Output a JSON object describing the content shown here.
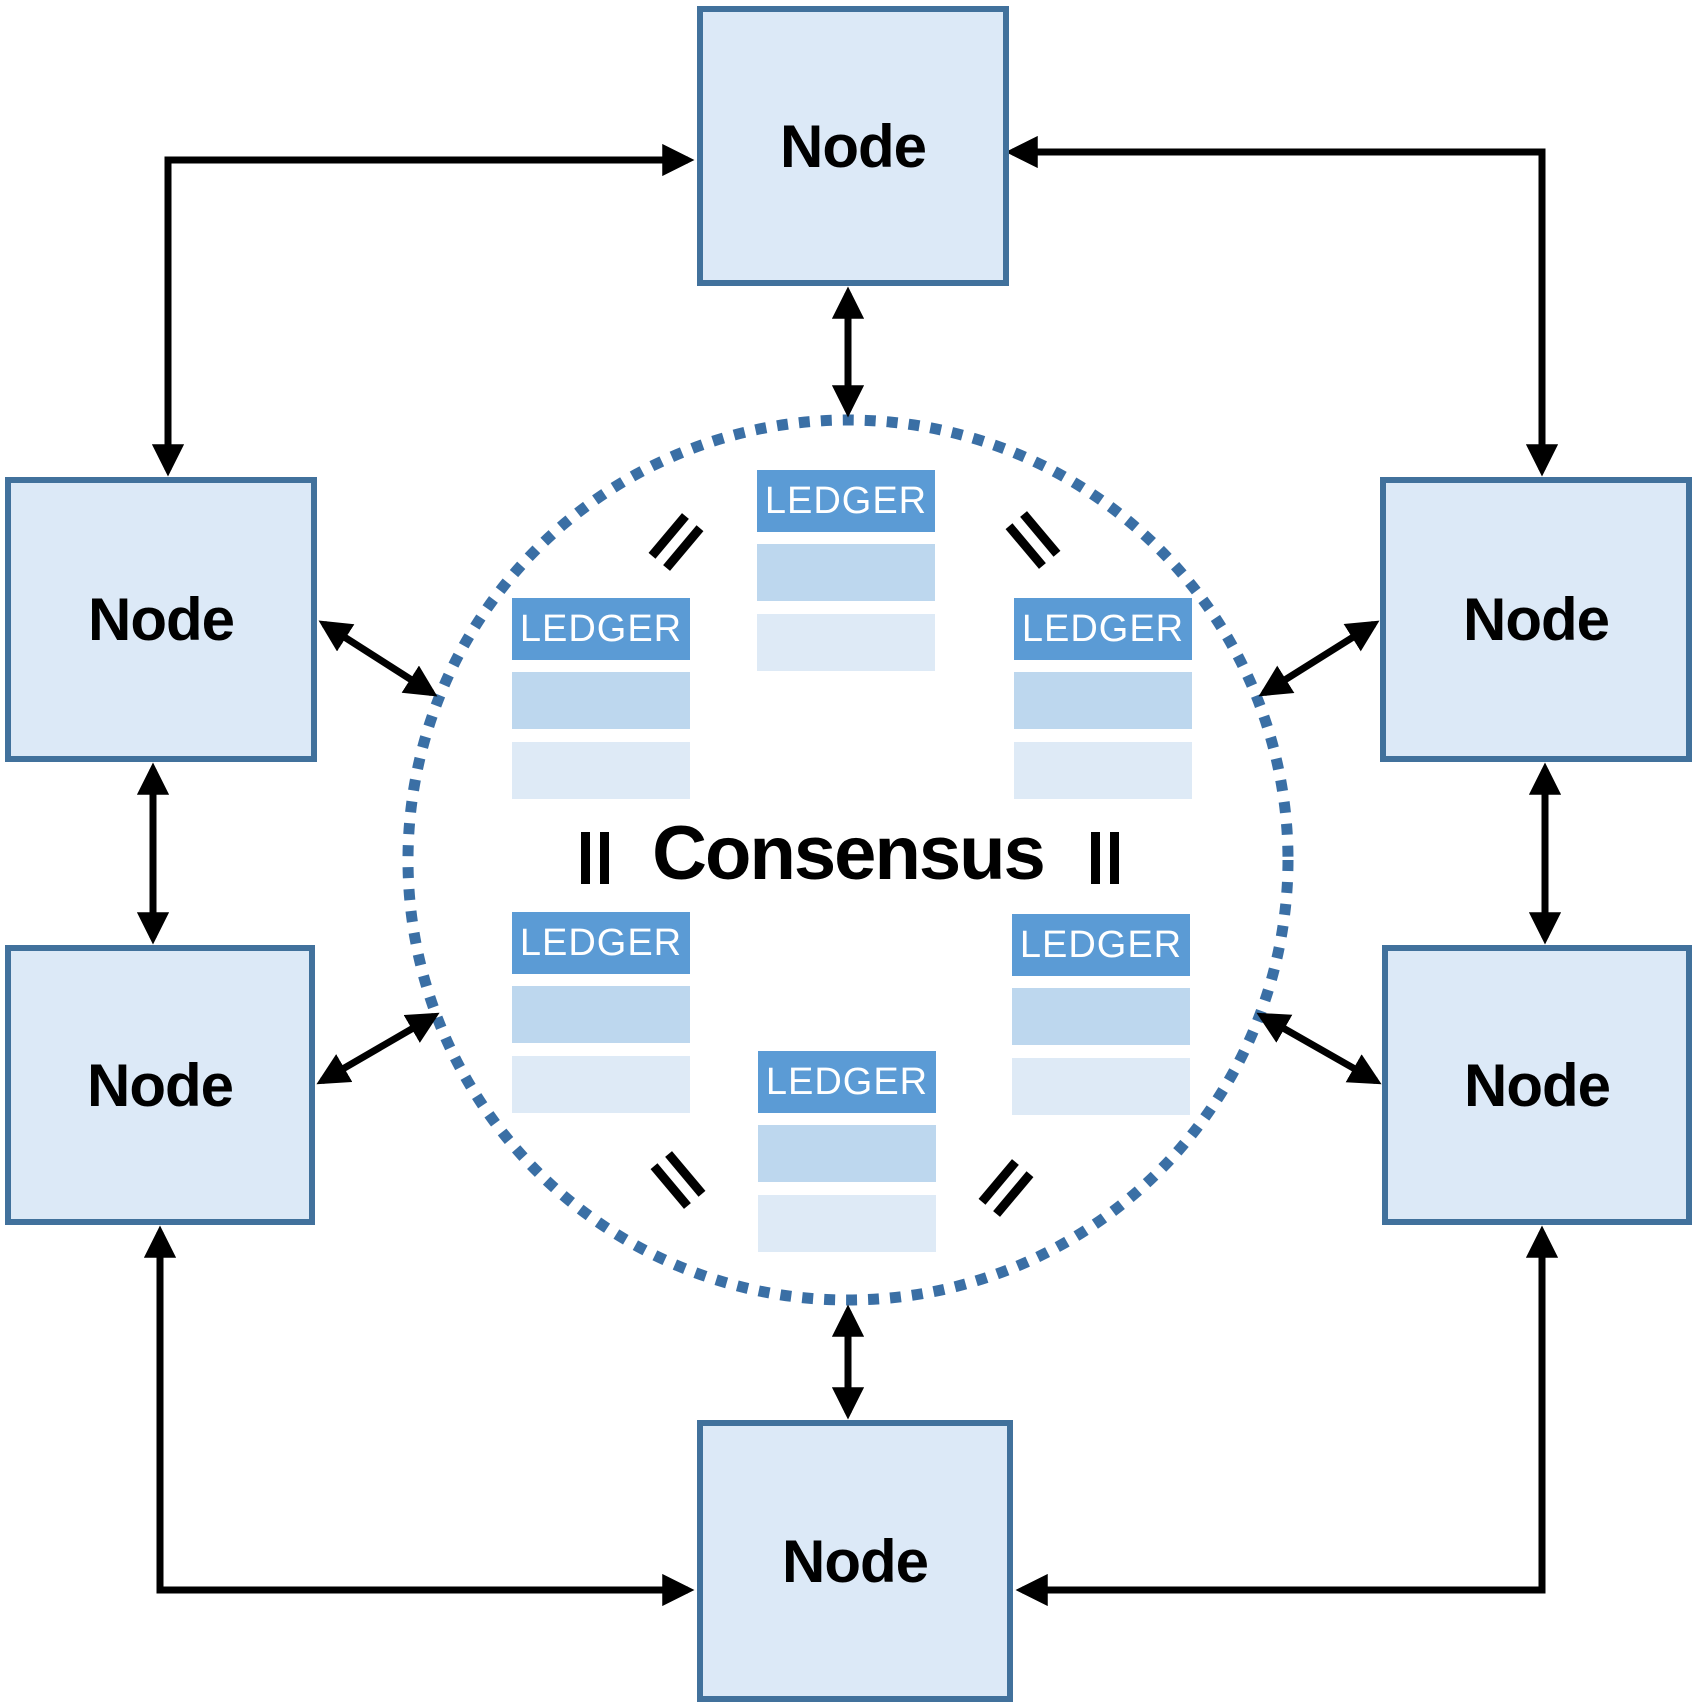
{
  "diagram": {
    "type": "peer-to-peer-consensus-network",
    "consensus": {
      "label": "Consensus"
    },
    "nodes": [
      {
        "position": "top",
        "label": "Node"
      },
      {
        "position": "left-upper",
        "label": "Node"
      },
      {
        "position": "left-lower",
        "label": "Node"
      },
      {
        "position": "right-upper",
        "label": "Node"
      },
      {
        "position": "right-lower",
        "label": "Node"
      },
      {
        "position": "bottom",
        "label": "Node"
      }
    ],
    "ledgers": [
      {
        "position": "top-center",
        "title": "LEDGER"
      },
      {
        "position": "upper-left",
        "title": "LEDGER"
      },
      {
        "position": "upper-right",
        "title": "LEDGER"
      },
      {
        "position": "lower-left",
        "title": "LEDGER"
      },
      {
        "position": "lower-right",
        "title": "LEDGER"
      },
      {
        "position": "bottom-center",
        "title": "LEDGER"
      }
    ],
    "icons": {
      "equals_sign": "=",
      "arrow_style": "double-headed"
    },
    "colors": {
      "node_fill": "#dce9f7",
      "node_border": "#41719c",
      "ledger_header": "#5b9bd5",
      "ledger_row_1": "#bdd7ee",
      "ledger_row_2": "#deeaf6",
      "dotted_circle": "#3a6fa5",
      "arrows": "#000000",
      "text": "#000000",
      "background": "#ffffff"
    }
  }
}
